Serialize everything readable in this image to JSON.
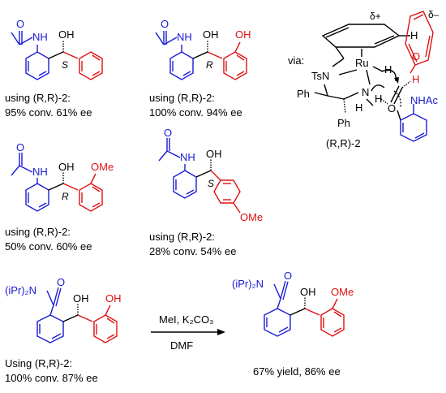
{
  "colors": {
    "blue": "#1a1ad6",
    "red": "#e01010",
    "black": "#000000"
  },
  "atoms": {
    "nh": "NH",
    "oh": "OH",
    "o": "O",
    "ome": "OMe",
    "ipr2n": "(iPr)₂N",
    "ts_n": "TsN",
    "ru": "Ru",
    "n": "N",
    "h": "H",
    "ph": "Ph",
    "nhac": "NHAc",
    "delta_plus": "δ+",
    "delta_minus": "δ–"
  },
  "stereo": {
    "s1": "S",
    "r2": "R",
    "r3": "R",
    "s4": "S"
  },
  "compounds": [
    {
      "using": "using (R,R)-2:",
      "result": "95% conv. 61% ee"
    },
    {
      "using": "using (R,R)-2:",
      "result": "100% conv. 94% ee"
    },
    {
      "using": "using (R,R)-2:",
      "result": "50% conv. 60% ee"
    },
    {
      "using": "using (R,R)-2:",
      "result": "28% conv.  54% ee"
    },
    {
      "using": "Using (R,R)-2:",
      "result": "100% conv. 87% ee"
    }
  ],
  "catalyst": {
    "via": "via:",
    "label": "(R,R)-2"
  },
  "reaction": {
    "reagents": "MeI, K₂CO₃",
    "solvent": "DMF",
    "product_result": "67% yield, 86% ee"
  }
}
